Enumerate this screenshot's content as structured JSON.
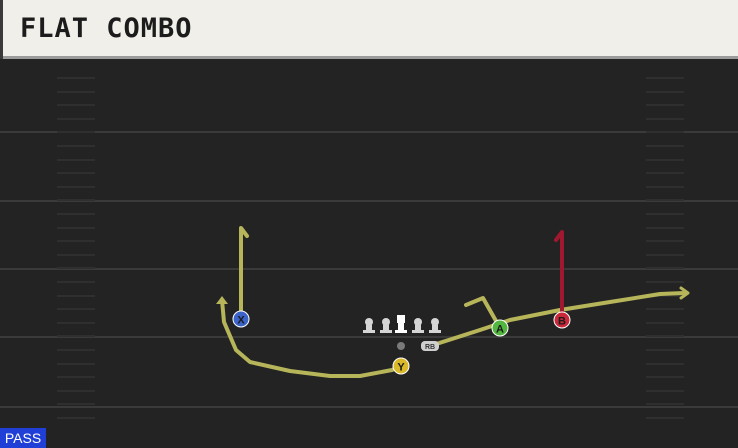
{
  "play": {
    "title": "FLAT COMBO",
    "type_badge": "PASS"
  },
  "colors": {
    "route_yellow": "#b6b55a",
    "route_red": "#a0182f",
    "button_x": "#3b63c8",
    "button_a": "#52b63f",
    "button_b": "#c8283a",
    "button_y": "#d9b92a",
    "badge_blue": "#1f3fd6"
  },
  "players": {
    "x": {
      "label": "X",
      "route": "streak-out"
    },
    "y": {
      "label": "Y",
      "route": "wheel"
    },
    "a": {
      "label": "A",
      "route": "flat-return"
    },
    "b": {
      "label": "B",
      "route": "streak"
    },
    "rb": {
      "label": "RB",
      "route": "flat"
    }
  }
}
